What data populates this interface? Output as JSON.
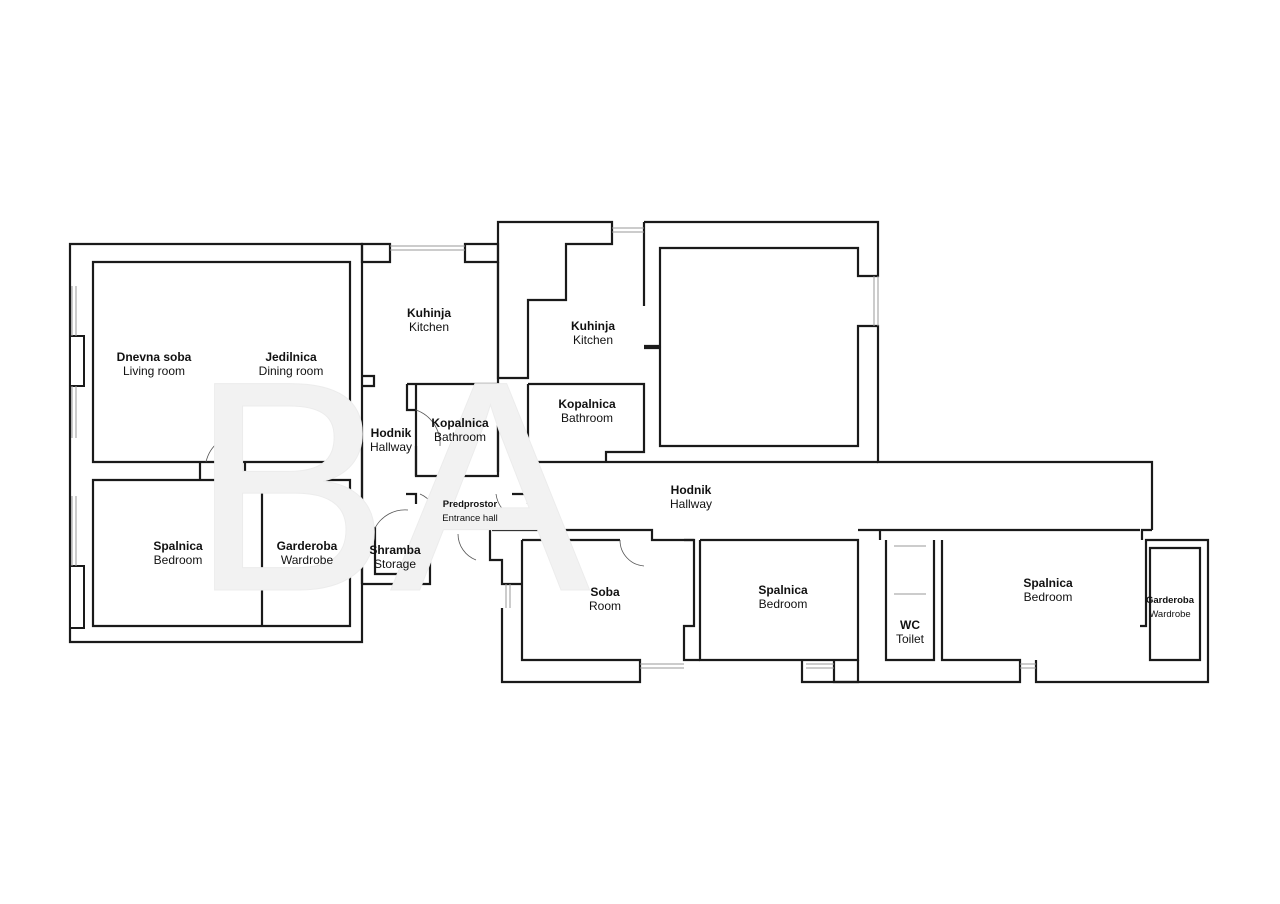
{
  "rooms": [
    {
      "id": "living",
      "sl": "Dnevna soba",
      "en": "Living room"
    },
    {
      "id": "dining",
      "sl": "Jedilnica",
      "en": "Dining room"
    },
    {
      "id": "kitchen1",
      "sl": "Kuhinja",
      "en": "Kitchen"
    },
    {
      "id": "kitchen2",
      "sl": "Kuhinja",
      "en": "Kitchen"
    },
    {
      "id": "hallway1",
      "sl": "Hodnik",
      "en": "Hallway"
    },
    {
      "id": "bathroom1",
      "sl": "Kopalnica",
      "en": "Bathroom"
    },
    {
      "id": "bathroom2",
      "sl": "Kopalnica",
      "en": "Bathroom"
    },
    {
      "id": "entrance",
      "sl": "Predprostor",
      "en": "Entrance hall"
    },
    {
      "id": "hallway2",
      "sl": "Hodnik",
      "en": "Hallway"
    },
    {
      "id": "bedroom1",
      "sl": "Spalnica",
      "en": "Bedroom"
    },
    {
      "id": "wardrobe1",
      "sl": "Garderoba",
      "en": "Wardrobe"
    },
    {
      "id": "storage",
      "sl": "Shramba",
      "en": "Storage"
    },
    {
      "id": "room",
      "sl": "Soba",
      "en": "Room"
    },
    {
      "id": "bedroom2",
      "sl": "Spalnica",
      "en": "Bedroom"
    },
    {
      "id": "wc",
      "sl": "WC",
      "en": "Toilet"
    },
    {
      "id": "bedroom3",
      "sl": "Spalnica",
      "en": "Bedroom"
    },
    {
      "id": "wardrobe2",
      "sl": "Garderoba",
      "en": "Wardrobe"
    }
  ],
  "colors": {
    "wall": "#1a1a1a",
    "background": "#ffffff",
    "window": "#9a9a9a"
  }
}
